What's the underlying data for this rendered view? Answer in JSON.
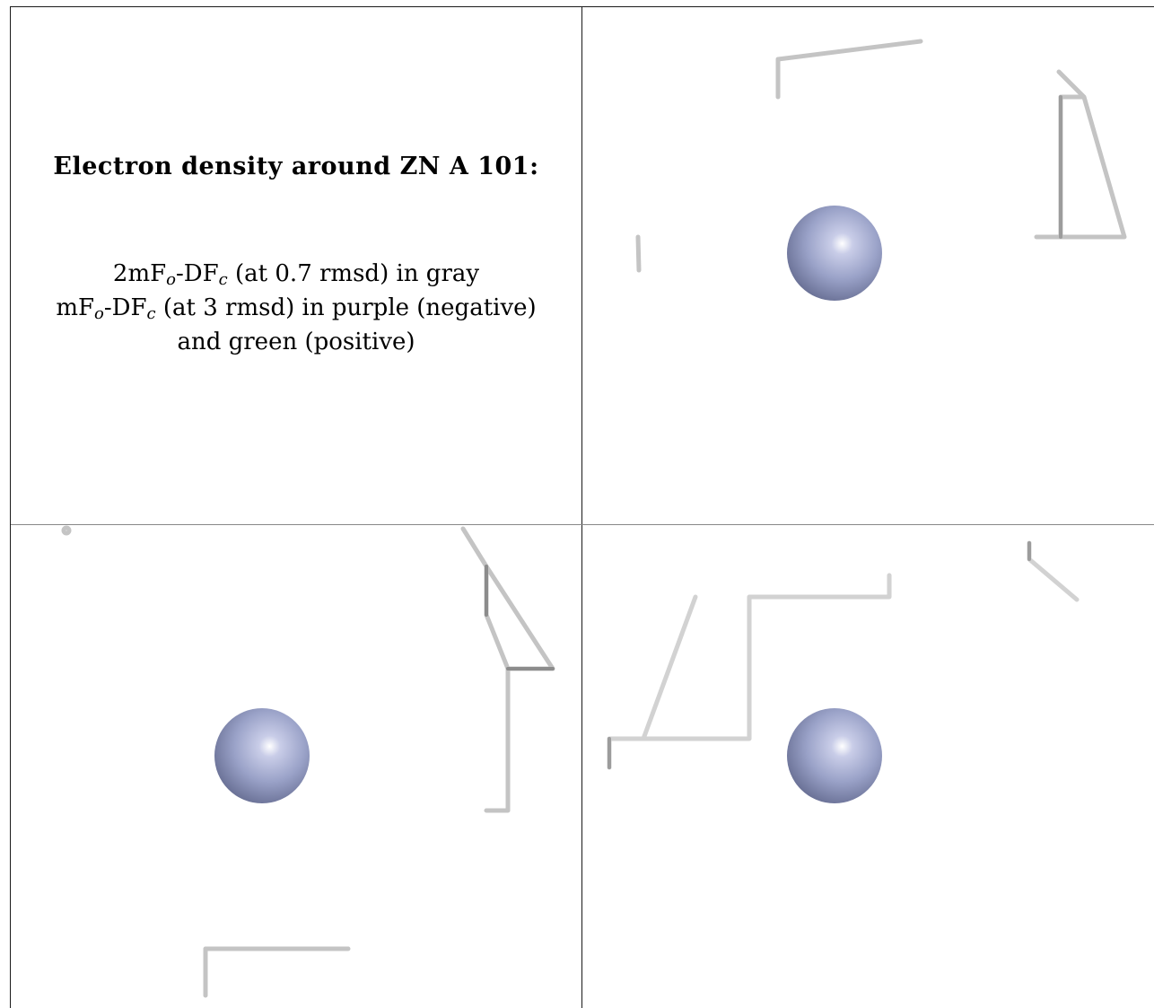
{
  "title": "Electron density around ZN A 101:",
  "legend": {
    "line1": {
      "prefix": "2mF",
      "sub1": "o",
      "mid": "-DF",
      "sub2": "c",
      "suffix": " (at 0.7 rmsd) in gray"
    },
    "line2": {
      "prefix": "mF",
      "sub1": "o",
      "mid": "-DF",
      "sub2": "c",
      "suffix": " (at 3 rmsd) in purple (negative)"
    },
    "line3": "and green (positive)"
  },
  "colors": {
    "atom": "#9aa2c8",
    "atom_highlight": "#ffffff",
    "density_gray": "#c8c8c8",
    "border": "#1a1a1a"
  },
  "atom": {
    "element": "ZN",
    "chain": "A",
    "residue": "101"
  },
  "panels": [
    {
      "view": "top-right"
    },
    {
      "view": "bottom-left"
    },
    {
      "view": "bottom-right"
    }
  ]
}
